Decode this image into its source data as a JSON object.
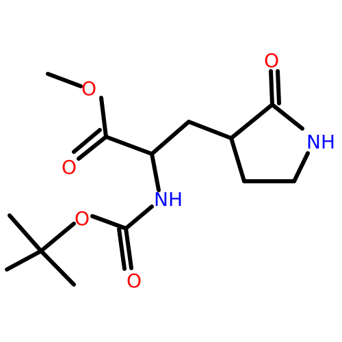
{
  "colors": {
    "bond": "#000000",
    "oxygen": "#ff0000",
    "nitrogen": "#0000ff",
    "background": "#ffffff"
  },
  "atoms": {
    "o_ester": "O",
    "o_ester_carbonyl": "O",
    "nh_amide": "NH",
    "o_boc_ester": "O",
    "o_boc_carbonyl": "O",
    "o_lactam": "O",
    "nh_lactam": "NH"
  }
}
